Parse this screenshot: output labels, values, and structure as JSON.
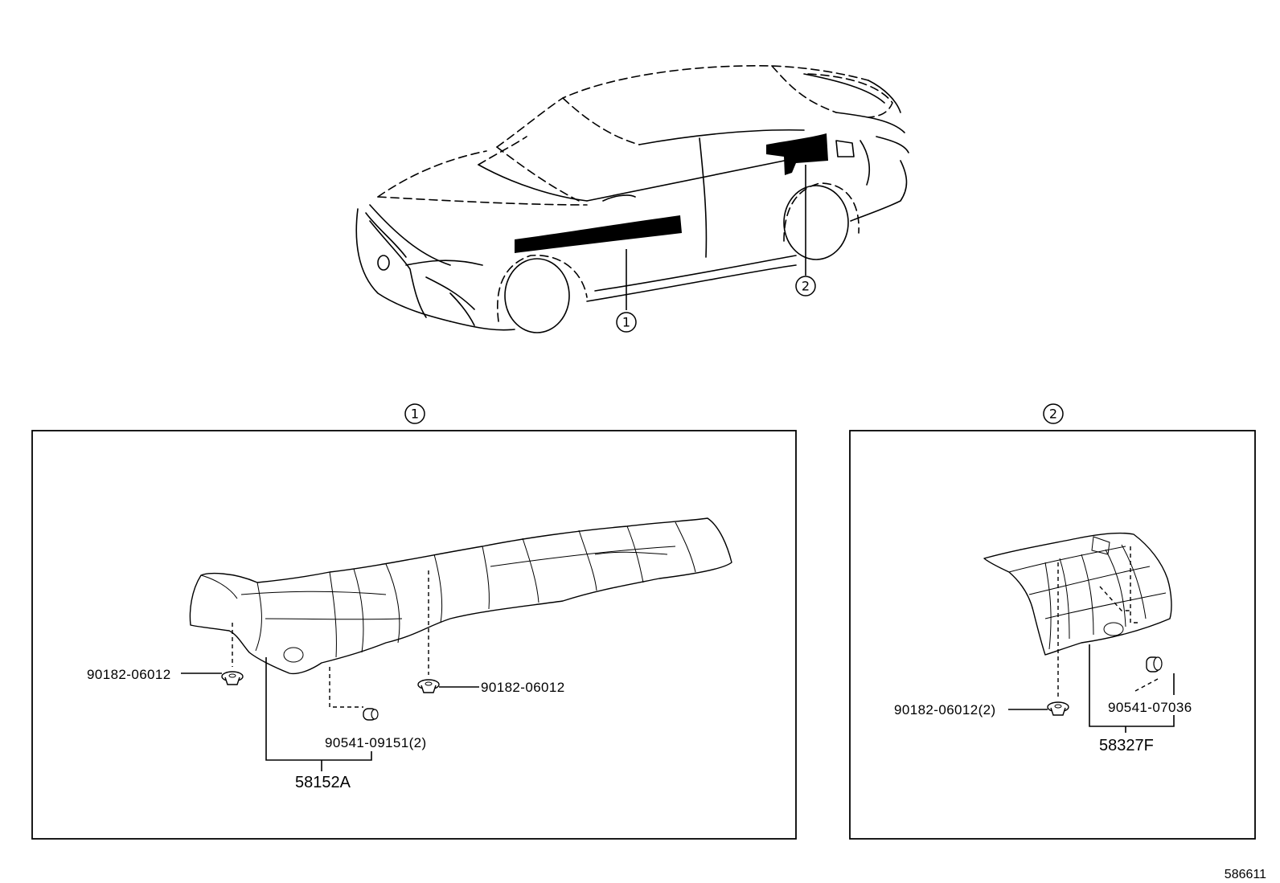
{
  "callouts": {
    "car_callout_1": "1",
    "car_callout_2": "2",
    "section_1_marker": "1",
    "section_2_marker": "2"
  },
  "section_1": {
    "parts": [
      {
        "id": "p1",
        "number": "90182-06012"
      },
      {
        "id": "p2",
        "number": "90182-06012"
      },
      {
        "id": "p3",
        "number": "90541-09151(2)"
      }
    ],
    "assembly": "58152A"
  },
  "section_2": {
    "parts": [
      {
        "id": "p4",
        "number": "90182-06012(2)"
      },
      {
        "id": "p5",
        "number": "90541-07036"
      }
    ],
    "assembly": "58327F"
  },
  "diagram_code": "586611"
}
